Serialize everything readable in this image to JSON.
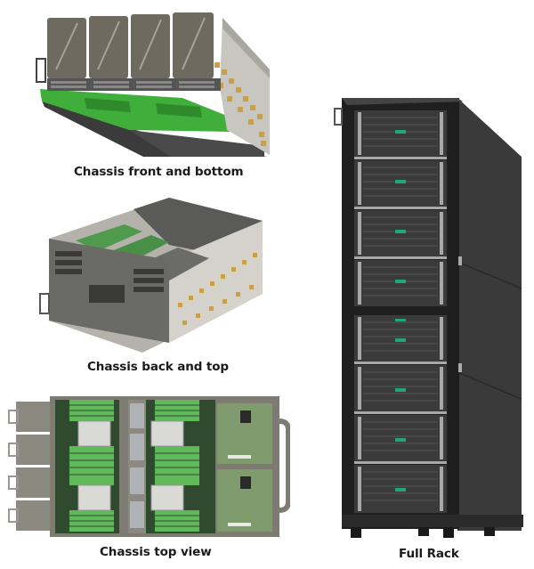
{
  "figures": [
    {
      "id": "chassis-front-bottom",
      "caption": "Chassis front and bottom"
    },
    {
      "id": "chassis-back-top",
      "caption": "Chassis back and top"
    },
    {
      "id": "chassis-top-view",
      "caption": "Chassis top view"
    },
    {
      "id": "full-rack",
      "caption": "Full Rack"
    }
  ],
  "colors": {
    "pcb_green": "#3fae3a",
    "dimm_green": "#5fb85a",
    "chassis_gray": "#8c8a80",
    "rack_black": "#2a2a2a",
    "rack_side": "#3a3a3a",
    "hpe_logo_green": "#1fa67a",
    "caption_text": "#1a1a1a"
  }
}
